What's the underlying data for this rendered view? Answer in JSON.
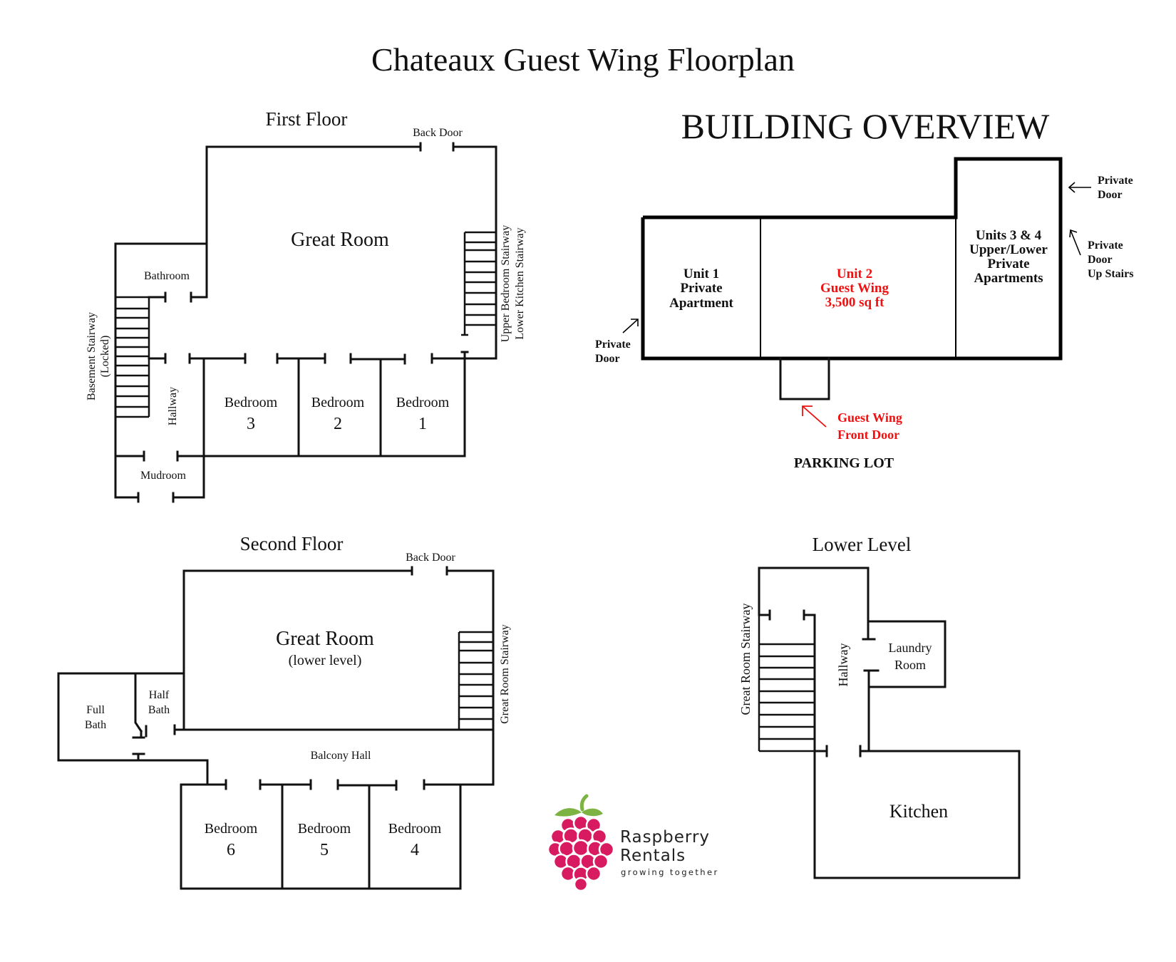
{
  "title": "Chateaux Guest Wing Floorplan",
  "first_floor": {
    "heading": "First Floor",
    "back_door": "Back Door",
    "great_room": "Great Room",
    "bathroom": "Bathroom",
    "basement_stairway": "Basement Stairway",
    "basement_locked": "(Locked)",
    "hallway": "Hallway",
    "mudroom": "Mudroom",
    "stair_label_1": "Upper Bedroom Stairway",
    "stair_label_2": "Lower Kitchen Stairway",
    "bedrooms": [
      {
        "label": "Bedroom",
        "number": "3"
      },
      {
        "label": "Bedroom",
        "number": "2"
      },
      {
        "label": "Bedroom",
        "number": "1"
      }
    ]
  },
  "second_floor": {
    "heading": "Second Floor",
    "back_door": "Back Door",
    "great_room": "Great Room",
    "great_room_sub": "(lower level)",
    "full_bath_1": "Full",
    "full_bath_2": "Bath",
    "half_bath_1": "Half",
    "half_bath_2": "Bath",
    "balcony_hall": "Balcony Hall",
    "stairway": "Great Room Stairway",
    "bedrooms": [
      {
        "label": "Bedroom",
        "number": "6"
      },
      {
        "label": "Bedroom",
        "number": "5"
      },
      {
        "label": "Bedroom",
        "number": "4"
      }
    ]
  },
  "overview": {
    "heading": "BUILDING OVERVIEW",
    "unit1": [
      "Unit 1",
      "Private",
      "Apartment"
    ],
    "unit2": [
      "Unit 2",
      "Guest Wing",
      "3,500 sq ft"
    ],
    "unit34": [
      "Units 3 & 4",
      "Upper/Lower",
      "Private",
      "Apartments"
    ],
    "left_door": [
      "Private",
      "Door"
    ],
    "right_door_top": [
      "Private",
      "Door"
    ],
    "right_door_stairs": [
      "Private",
      "Door",
      "Up Stairs"
    ],
    "front_door": [
      "Guest Wing",
      "Front Door"
    ],
    "parking": "PARKING LOT",
    "highlight_color": "#ee1111"
  },
  "lower_level": {
    "heading": "Lower Level",
    "stairway": "Great Room Stairway",
    "hallway": "Hallway",
    "laundry_1": "Laundry",
    "laundry_2": "Room",
    "kitchen": "Kitchen"
  },
  "brand": {
    "name_line1": "Raspberry",
    "name_line2": "Rentals",
    "tagline": "growing together",
    "berry_color": "#d81b60",
    "leaf_color": "#7cb342"
  }
}
